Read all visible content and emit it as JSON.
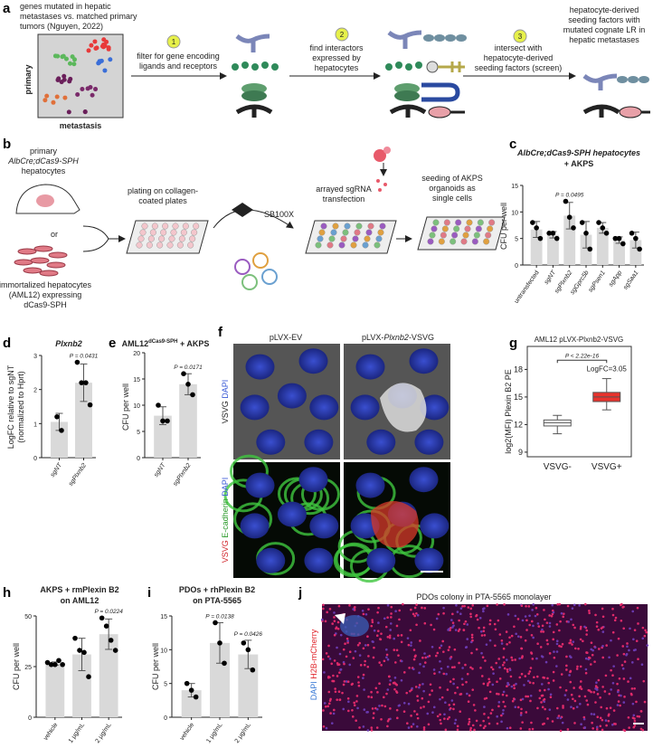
{
  "panel_labels": [
    "a",
    "b",
    "c",
    "d",
    "e",
    "f",
    "g",
    "h",
    "i",
    "j"
  ],
  "panel_a": {
    "intro_line1": "genes mutated in hepatic",
    "intro_line2": "metastases vs. matched primary",
    "intro_line3": "tumors (Nguyen, 2022)",
    "axis_primary": "primary",
    "axis_metastasis": "metastasis",
    "steps": [
      {
        "number": "1",
        "line1": "filter for gene encoding",
        "line2": "ligands and receptors"
      },
      {
        "number": "2",
        "line1": "find interactors",
        "line2": "expressed by",
        "line3": "hepatocytes"
      },
      {
        "number": "3",
        "line1": "intersect with",
        "line2": "hepatocyte-derived",
        "line3": "seeding factors (screen)"
      }
    ],
    "result_line1": "hepatocyte-derived",
    "result_line2": "seeding factors with",
    "result_line3": "mutated cognate LR in",
    "result_line4": "hepatic metastases",
    "step_color": "#e6f04a"
  },
  "panel_b": {
    "primary_line1": "primary",
    "primary_line2": "AlbCre;dCas9-SPH",
    "primary_line3": "hepatocytes",
    "or": "or",
    "immortal_line1": "immortalized hepatocytes",
    "immortal_line2": "(AML12) expressing",
    "immortal_line3": "dCas9-SPH",
    "plating_line1": "plating on collagen-",
    "plating_line2": "coated plates",
    "sb100x": "SB100X",
    "transfection_line1": "arrayed sgRNA",
    "transfection_line2": "transfection",
    "seeding_line1": "seeding of AKPS",
    "seeding_line2": "organoids as",
    "seeding_line3": "single cells"
  },
  "panel_f": {
    "col1": "pLVX-EV",
    "col2_prefix": "pLVX-",
    "col2_gene": "Plxnb2",
    "col2_suffix": "-VSVG",
    "row1_vsvg": "VSVG",
    "row1_dapi": "DAPI",
    "row2_vsvg": "VSVG",
    "row2_ecad": "E-cadherin",
    "row2_dapi": "DAPI"
  },
  "panel_j": {
    "title": "PDOs colony in PTA-5565 monolayer",
    "label_dapi": "DAPI",
    "label_h2b": "H2B-mCherry"
  },
  "chart_data": [
    {
      "id": "c",
      "type": "bar",
      "title_line1": "AlbCre;dCas9-SPH hepatocytes",
      "title_line2": "+ AKPS",
      "ylabel": "CFU per well",
      "ylim": [
        0,
        15
      ],
      "yticks": [
        0,
        5,
        10,
        15
      ],
      "categories": [
        "untransfected",
        "sgNT",
        "sgPlxnb2",
        "sgGprc5b",
        "sgPsen1",
        "sgApp",
        "sgSaa1"
      ],
      "values": [
        6.7,
        5.7,
        9.3,
        5.7,
        7.0,
        4.7,
        4.7
      ],
      "errors": [
        1.5,
        0.6,
        2.5,
        2.5,
        1.0,
        0.6,
        1.5
      ],
      "points": [
        [
          8,
          7,
          5
        ],
        [
          6,
          6,
          5
        ],
        [
          12,
          9,
          7
        ],
        [
          8,
          6,
          3
        ],
        [
          8,
          7,
          6
        ],
        [
          5,
          5,
          4
        ],
        [
          6,
          5,
          3
        ]
      ],
      "annotations": [
        {
          "category": 2,
          "text": "P = 0.0495"
        }
      ]
    },
    {
      "id": "d",
      "type": "bar",
      "title": "Plxnb2",
      "ylabel_line1": "LogFC relative to sgNT",
      "ylabel_line2": "(normalized to Hprt)",
      "ylim": [
        0,
        3
      ],
      "yticks": [
        0,
        1,
        2,
        3
      ],
      "categories": [
        "sgNT",
        "sgPlxnb2"
      ],
      "values": [
        1.05,
        2.2
      ],
      "errors": [
        0.25,
        0.55
      ],
      "points": [
        [
          1.2,
          0.8
        ],
        [
          2.8,
          2.2,
          2.2,
          1.55
        ]
      ],
      "annotations": [
        {
          "category": 1,
          "text": "P = 0.0431"
        }
      ]
    },
    {
      "id": "e",
      "type": "bar",
      "title_main": "AML12",
      "title_sup": "dCas9-SPH",
      "title_tail": " + AKPS",
      "ylabel": "CFU per well",
      "ylim": [
        0,
        20
      ],
      "yticks": [
        0,
        5,
        10,
        15,
        20
      ],
      "categories": [
        "sgNT",
        "sgPlxnb2"
      ],
      "values": [
        8,
        14
      ],
      "errors": [
        1.7,
        2.0
      ],
      "points": [
        [
          10,
          7,
          7
        ],
        [
          16,
          14,
          12
        ]
      ],
      "annotations": [
        {
          "category": 1,
          "text": "P = 0.0171"
        }
      ]
    },
    {
      "id": "g",
      "type": "box",
      "title": "AML12 pLVX-Plxnb2-VSVG",
      "ylabel": "log2(MFI) Plexin B2 PE",
      "ylim": [
        8.5,
        20.5
      ],
      "yticks": [
        9,
        12,
        15,
        18
      ],
      "categories": [
        "VSVG-",
        "VSVG+"
      ],
      "boxes": [
        {
          "min": 11.0,
          "q1": 11.85,
          "median": 12.2,
          "q3": 12.5,
          "max": 13.0,
          "color": "#ffffff"
        },
        {
          "min": 13.6,
          "q1": 14.5,
          "median": 15.0,
          "q3": 15.5,
          "max": 17.0,
          "color": "#e8322c"
        }
      ],
      "p_text": "P < 2.22e-16",
      "logfc_text": "LogFC=3.05",
      "logfc_color": "#c0282a"
    },
    {
      "id": "h",
      "type": "bar",
      "title_line1": "AKPS + rmPlexin B2",
      "title_line2": "on AML12",
      "ylabel": "CFU per well",
      "ylim": [
        0,
        50
      ],
      "yticks": [
        0,
        25,
        50
      ],
      "categories": [
        "vehicle",
        "1 µg/mL",
        "2 µg/mL"
      ],
      "values": [
        26.5,
        31,
        41
      ],
      "errors": [
        0.8,
        8,
        7.5
      ],
      "points": [
        [
          27,
          26,
          26,
          28,
          26
        ],
        [
          39,
          33,
          32,
          20
        ],
        [
          49,
          45,
          38,
          33
        ]
      ],
      "annotations": [
        {
          "category": 2,
          "text": "P = 0.0224"
        }
      ]
    },
    {
      "id": "i",
      "type": "bar",
      "title_line1": "PDOs + rhPlexin B2",
      "title_line2": "on PTA-5565",
      "ylabel": "CFU per well",
      "ylim": [
        0,
        15
      ],
      "yticks": [
        0,
        5,
        10,
        15
      ],
      "categories": [
        "vehicle",
        "1 µg/mL",
        "2 µg/mL"
      ],
      "values": [
        4,
        11,
        9.3
      ],
      "errors": [
        1,
        3,
        2.1
      ],
      "points": [
        [
          5,
          4,
          3
        ],
        [
          14,
          11,
          8
        ],
        [
          11,
          10,
          7
        ]
      ],
      "annotations": [
        {
          "category": 1,
          "text": "P = 0.0138"
        },
        {
          "category": 2,
          "text": "P = 0.0426"
        }
      ]
    }
  ]
}
